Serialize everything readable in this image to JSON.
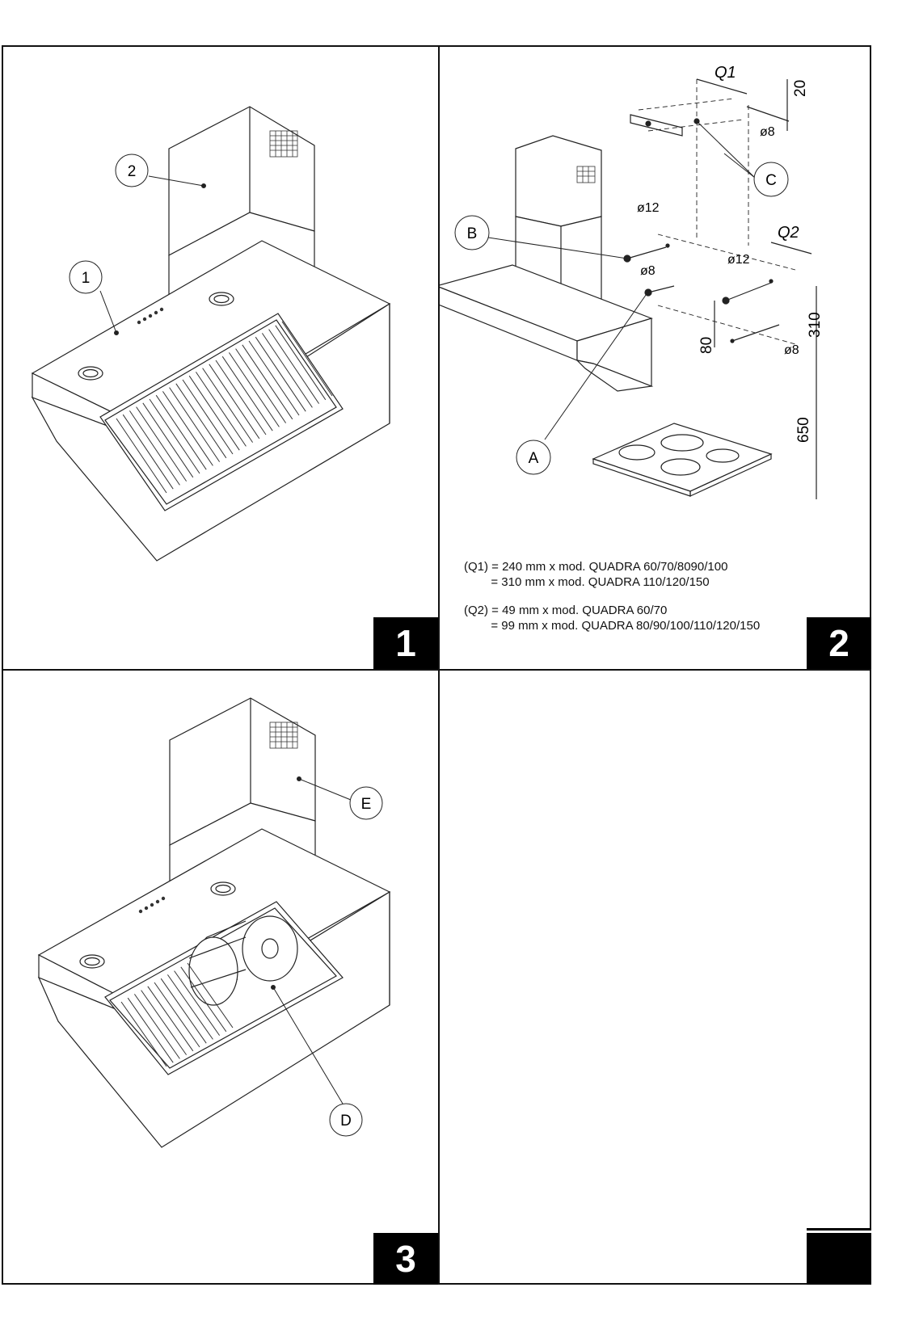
{
  "panels": [
    {
      "number": "1",
      "callouts": [
        "1",
        "2"
      ]
    },
    {
      "number": "2",
      "callouts": [
        "A",
        "B",
        "C"
      ]
    },
    {
      "number": "3",
      "callouts": [
        "D",
        "E"
      ]
    },
    {
      "number": ""
    }
  ],
  "dimensions": {
    "q1": "Q1",
    "q2": "Q2",
    "d8_top": "ø8",
    "d12_left": "ø12",
    "d8_left": "ø8",
    "d12_right": "ø12",
    "d8_bottom": "ø8",
    "h20": "20",
    "h310": "310",
    "h80": "80",
    "h650": "650"
  },
  "notes": {
    "q1_line1": "(Q1) = 240 mm x mod. QUADRA 60/70/8090/100",
    "q1_line2": "        = 310 mm x mod. QUADRA 110/120/150",
    "q2_line1": "(Q2) = 49 mm x mod. QUADRA 60/70",
    "q2_line2": "        = 99 mm x mod. QUADRA 80/90/100/110/120/150"
  }
}
